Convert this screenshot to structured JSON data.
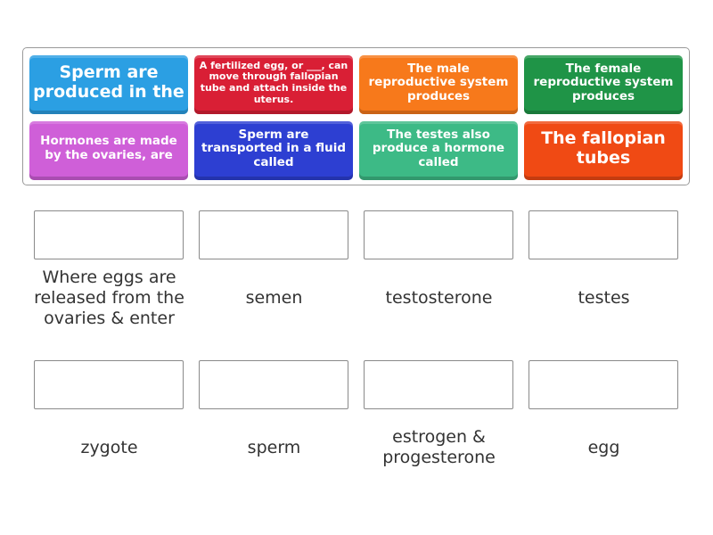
{
  "bank": {
    "tiles": [
      {
        "text": "Sperm are produced in the",
        "color": "#2b9fe3"
      },
      {
        "text": "A fertilized egg, or ___, can move through fallopian tube and attach inside the uterus.",
        "color": "#d91f35"
      },
      {
        "text": "The male reproductive system produces",
        "color": "#f7791b"
      },
      {
        "text": "The female reproductive system produces",
        "color": "#1f9447"
      },
      {
        "text": "Hormones are made by the ovaries, are",
        "color": "#cf5fd8"
      },
      {
        "text": "Sperm are transported in a fluid called",
        "color": "#2d3fd2"
      },
      {
        "text": "The testes also produce a hormone called",
        "color": "#3dba86"
      },
      {
        "text": "The fallopian tubes",
        "color": "#f04a14"
      }
    ]
  },
  "targets": [
    {
      "label": "Where eggs are released from the ovaries & enter"
    },
    {
      "label": "semen"
    },
    {
      "label": "testosterone"
    },
    {
      "label": "testes"
    },
    {
      "label": "zygote"
    },
    {
      "label": "sperm"
    },
    {
      "label": "estrogen & progesterone"
    },
    {
      "label": "egg"
    }
  ]
}
